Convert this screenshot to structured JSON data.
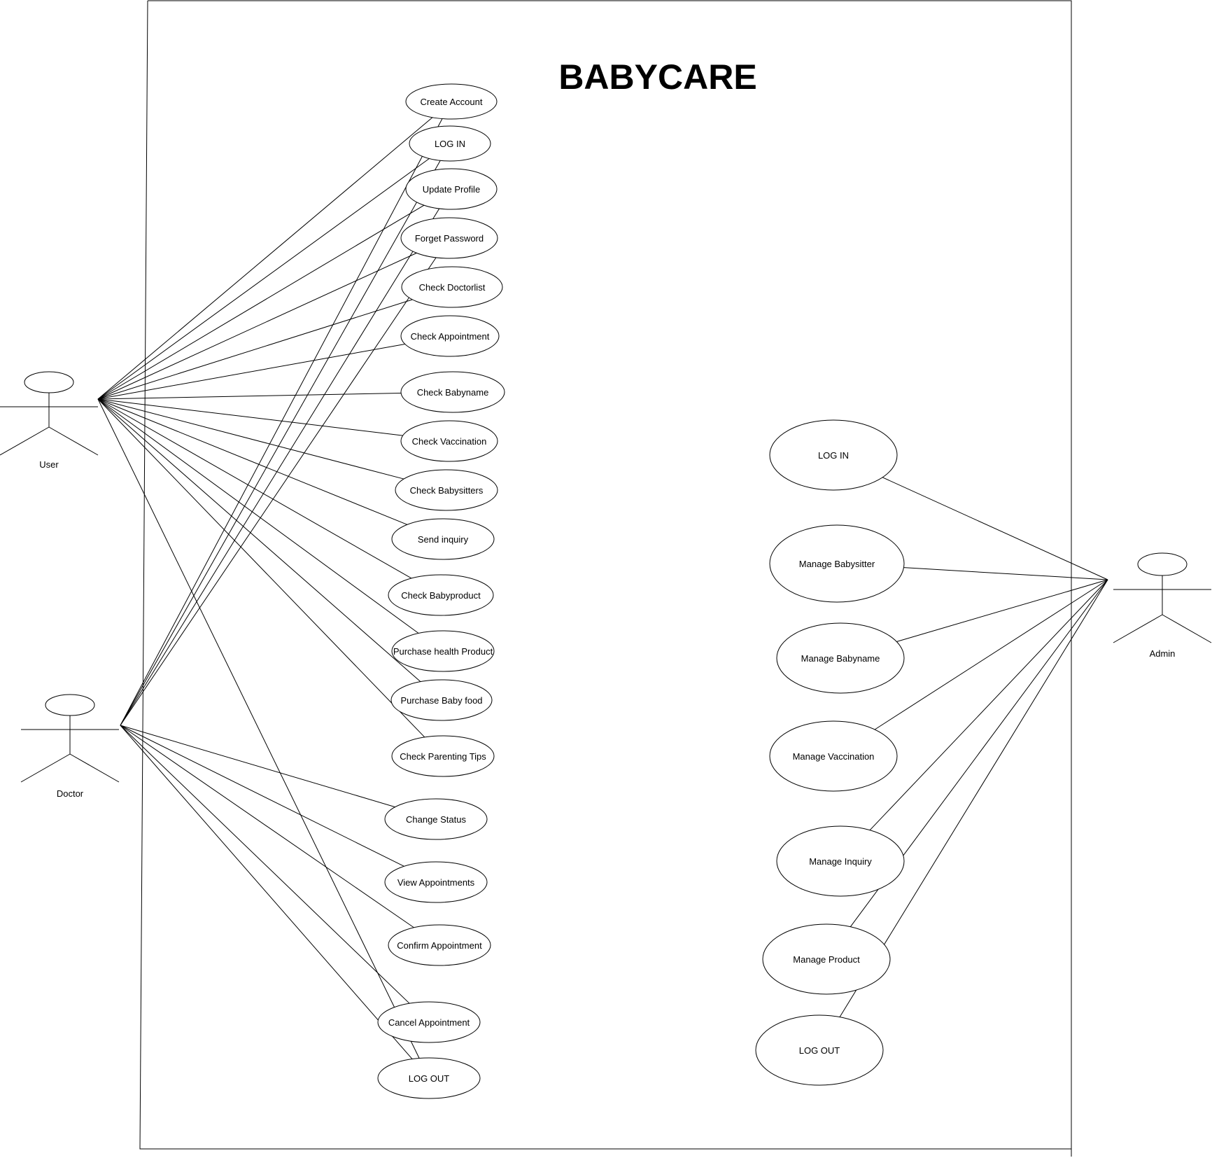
{
  "title": "BABYCARE",
  "actors": [
    {
      "id": "user",
      "label": "User"
    },
    {
      "id": "doctor",
      "label": "Doctor"
    },
    {
      "id": "admin",
      "label": "Admin"
    }
  ],
  "use_cases": [
    {
      "id": "create-account",
      "label": "Create Account"
    },
    {
      "id": "login",
      "label": "LOG IN"
    },
    {
      "id": "update-profile",
      "label": "Update Profile"
    },
    {
      "id": "forget-password",
      "label": "Forget Password"
    },
    {
      "id": "check-doctorlist",
      "label": "Check Doctorlist"
    },
    {
      "id": "check-appointment",
      "label": "Check Appointment"
    },
    {
      "id": "check-babyname",
      "label": "Check Babyname"
    },
    {
      "id": "check-vaccination",
      "label": "Check Vaccination"
    },
    {
      "id": "check-babysitters",
      "label": "Check Babysitters"
    },
    {
      "id": "send-inquiry",
      "label": "Send inquiry"
    },
    {
      "id": "check-babyproduct",
      "label": "Check Babyproduct"
    },
    {
      "id": "purchase-health-product",
      "label": "Purchase health Product"
    },
    {
      "id": "purchase-baby-food",
      "label": "Purchase Baby food"
    },
    {
      "id": "check-parenting-tips",
      "label": "Check Parenting Tips"
    },
    {
      "id": "change-status",
      "label": "Change Status"
    },
    {
      "id": "view-appointments",
      "label": "View Appointments"
    },
    {
      "id": "confirm-appointment",
      "label": "Confirm Appointment"
    },
    {
      "id": "cancel-appointment",
      "label": "Cancel Appointment"
    },
    {
      "id": "logout",
      "label": "LOG OUT"
    },
    {
      "id": "admin-login",
      "label": "LOG IN"
    },
    {
      "id": "manage-babysitter",
      "label": "Manage Babysitter"
    },
    {
      "id": "manage-babyname",
      "label": "Manage Babyname"
    },
    {
      "id": "manage-vaccination",
      "label": "Manage Vaccination"
    },
    {
      "id": "manage-inquiry",
      "label": "Manage Inquiry"
    },
    {
      "id": "manage-product",
      "label": "Manage Product"
    },
    {
      "id": "admin-logout",
      "label": "LOG OUT"
    }
  ],
  "associations": [
    {
      "actor": "user",
      "use_case": "create-account"
    },
    {
      "actor": "user",
      "use_case": "login"
    },
    {
      "actor": "user",
      "use_case": "update-profile"
    },
    {
      "actor": "user",
      "use_case": "forget-password"
    },
    {
      "actor": "user",
      "use_case": "check-doctorlist"
    },
    {
      "actor": "user",
      "use_case": "check-appointment"
    },
    {
      "actor": "user",
      "use_case": "check-babyname"
    },
    {
      "actor": "user",
      "use_case": "check-vaccination"
    },
    {
      "actor": "user",
      "use_case": "check-babysitters"
    },
    {
      "actor": "user",
      "use_case": "send-inquiry"
    },
    {
      "actor": "user",
      "use_case": "check-babyproduct"
    },
    {
      "actor": "user",
      "use_case": "purchase-health-product"
    },
    {
      "actor": "user",
      "use_case": "purchase-baby-food"
    },
    {
      "actor": "user",
      "use_case": "check-parenting-tips"
    },
    {
      "actor": "user",
      "use_case": "logout"
    },
    {
      "actor": "doctor",
      "use_case": "create-account"
    },
    {
      "actor": "doctor",
      "use_case": "login"
    },
    {
      "actor": "doctor",
      "use_case": "update-profile"
    },
    {
      "actor": "doctor",
      "use_case": "forget-password"
    },
    {
      "actor": "doctor",
      "use_case": "change-status"
    },
    {
      "actor": "doctor",
      "use_case": "view-appointments"
    },
    {
      "actor": "doctor",
      "use_case": "confirm-appointment"
    },
    {
      "actor": "doctor",
      "use_case": "cancel-appointment"
    },
    {
      "actor": "doctor",
      "use_case": "logout"
    },
    {
      "actor": "admin",
      "use_case": "admin-login"
    },
    {
      "actor": "admin",
      "use_case": "manage-babysitter"
    },
    {
      "actor": "admin",
      "use_case": "manage-babyname"
    },
    {
      "actor": "admin",
      "use_case": "manage-vaccination"
    },
    {
      "actor": "admin",
      "use_case": "manage-inquiry"
    },
    {
      "actor": "admin",
      "use_case": "manage-product"
    },
    {
      "actor": "admin",
      "use_case": "admin-logout"
    }
  ]
}
